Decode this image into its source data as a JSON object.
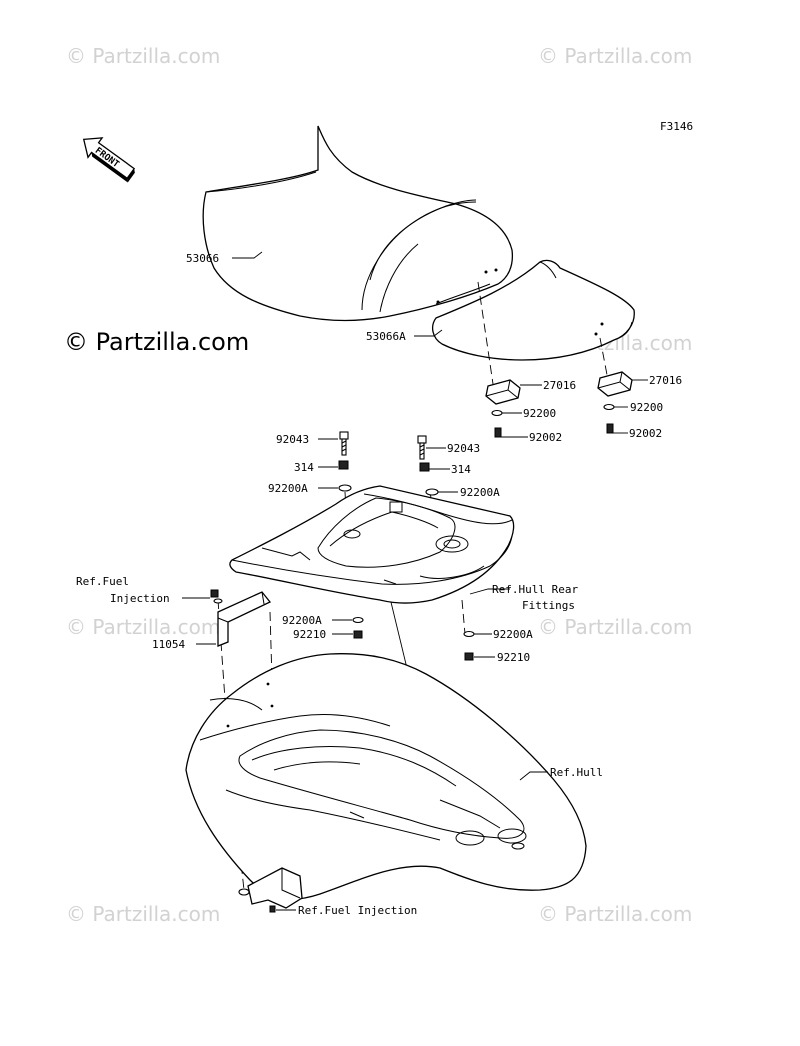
{
  "figure_code": "F3146",
  "front_arrow_text": "FRONT",
  "watermarks": {
    "faint": "© Partzilla.com",
    "main": "© Partzilla.com"
  },
  "callouts": {
    "seat_main": "53066",
    "seat_rear": "53066A",
    "bracket_left": "27016",
    "bracket_right": "27016",
    "washer_92200_left": "92200",
    "washer_92200_right": "92200",
    "screw_left": "92002",
    "screw_right": "92002",
    "bolt_left": "92043",
    "bolt_right": "92043",
    "nut_left": "314",
    "nut_right": "314",
    "washer_a_top_left": "92200A",
    "washer_a_top_right": "92200A",
    "ref_hull_rear_1": "Ref.Hull Rear",
    "ref_hull_rear_2": "Fittings",
    "ref_fuel_1": "Ref.Fuel",
    "ref_fuel_2": "Injection",
    "part_11054": "11054",
    "washer_a_mid_left": "92200A",
    "nut_92210_left": "92210",
    "washer_a_mid_right": "92200A",
    "nut_92210_right": "92210",
    "ref_hull": "Ref.Hull",
    "ref_fuel_bottom": "Ref.Fuel Injection"
  }
}
